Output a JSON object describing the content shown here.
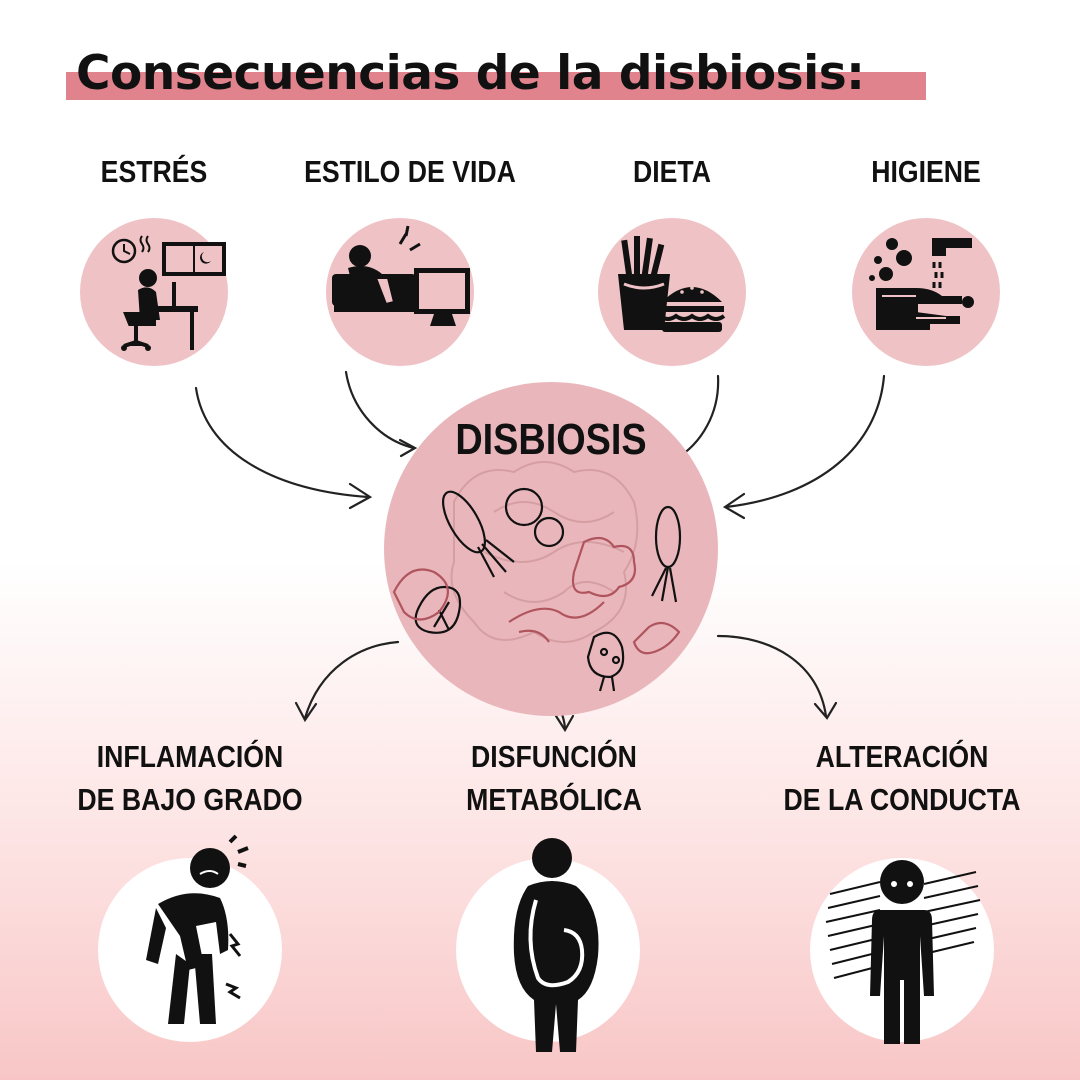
{
  "title": "Consecuencias de la disbiosis:",
  "colors": {
    "accent": "#e0838d",
    "circle_light": "#efc3c6",
    "circle_center": "#e9b7bb",
    "ink": "#111111"
  },
  "causes": [
    {
      "label": "ESTRÉS",
      "icon": "stressed-worker-at-desk-icon"
    },
    {
      "label": "ESTILO DE VIDA",
      "icon": "person-on-couch-watching-tv-icon"
    },
    {
      "label": "DIETA",
      "icon": "fast-food-icon"
    },
    {
      "label": "HIGIENE",
      "icon": "hand-washing-icon"
    }
  ],
  "center": {
    "label": "DISBIOSIS",
    "icon": "bacteria-in-intestine-icon"
  },
  "effects": [
    {
      "line1": "INFLAMACIÓN",
      "line2": "DE BAJO GRADO",
      "icon": "person-in-pain-icon"
    },
    {
      "line1": "DISFUNCIÓN",
      "line2": "METABÓLICA",
      "icon": "obese-person-icon"
    },
    {
      "line1": "ALTERACIÓN",
      "line2": "DE LA CONDUCTA",
      "icon": "sad-person-icon"
    }
  ]
}
